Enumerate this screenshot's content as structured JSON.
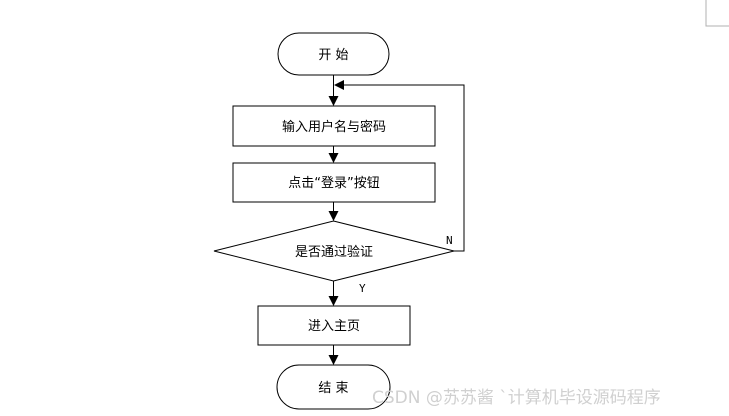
{
  "diagram": {
    "type": "flowchart",
    "nodes": {
      "start": "开 始",
      "input": "输入用户名与密码",
      "click": "点击“登录”按钮",
      "decision": "是否通过验证",
      "home": "进入主页",
      "end": "结 束"
    },
    "edges": {
      "no_label": "N",
      "yes_label": "Y"
    }
  },
  "watermark": "CSDN @苏苏酱   `计算机毕设源码程序",
  "colors": {
    "stroke": "#000000",
    "fill": "#ffffff",
    "watermark": "#d0d0d0"
  }
}
